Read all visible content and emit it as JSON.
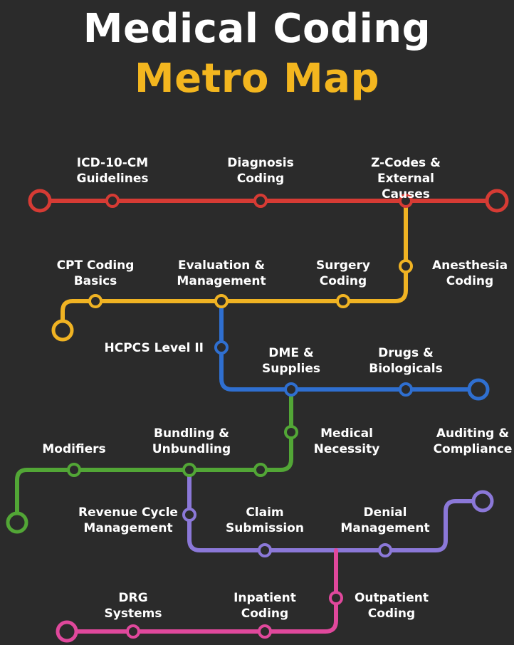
{
  "title": {
    "line1": "Medical Coding",
    "line2": "Metro Map"
  },
  "lines": [
    {
      "name": "red",
      "color": "#d63b34"
    },
    {
      "name": "yellow",
      "color": "#f0b323"
    },
    {
      "name": "blue",
      "color": "#2f6fd0"
    },
    {
      "name": "green",
      "color": "#52a636"
    },
    {
      "name": "purple",
      "color": "#8b78d8"
    },
    {
      "name": "pink",
      "color": "#e0489c"
    }
  ],
  "stations": {
    "icd10": "ICD-10-CM\nGuidelines",
    "diagnosis": "Diagnosis\nCoding",
    "zcodes": "Z-Codes &\nExternal Causes",
    "cpt": "CPT Coding\nBasics",
    "em": "Evaluation &\nManagement",
    "surgery": "Surgery\nCoding",
    "anesthesia": "Anesthesia\nCoding",
    "hcpcs": "HCPCS Level II",
    "dme": "DME &\nSupplies",
    "drugs": "Drugs &\nBiologicals",
    "modifiers": "Modifiers",
    "bundling": "Bundling &\nUnbundling",
    "necessity": "Medical\nNecessity",
    "auditing": "Auditing &\nCompliance",
    "revenue": "Revenue Cycle\nManagement",
    "claim": "Claim\nSubmission",
    "denial": "Denial\nManagement",
    "drg": "DRG\nSystems",
    "inpatient": "Inpatient\nCoding",
    "outpatient": "Outpatient\nCoding"
  }
}
